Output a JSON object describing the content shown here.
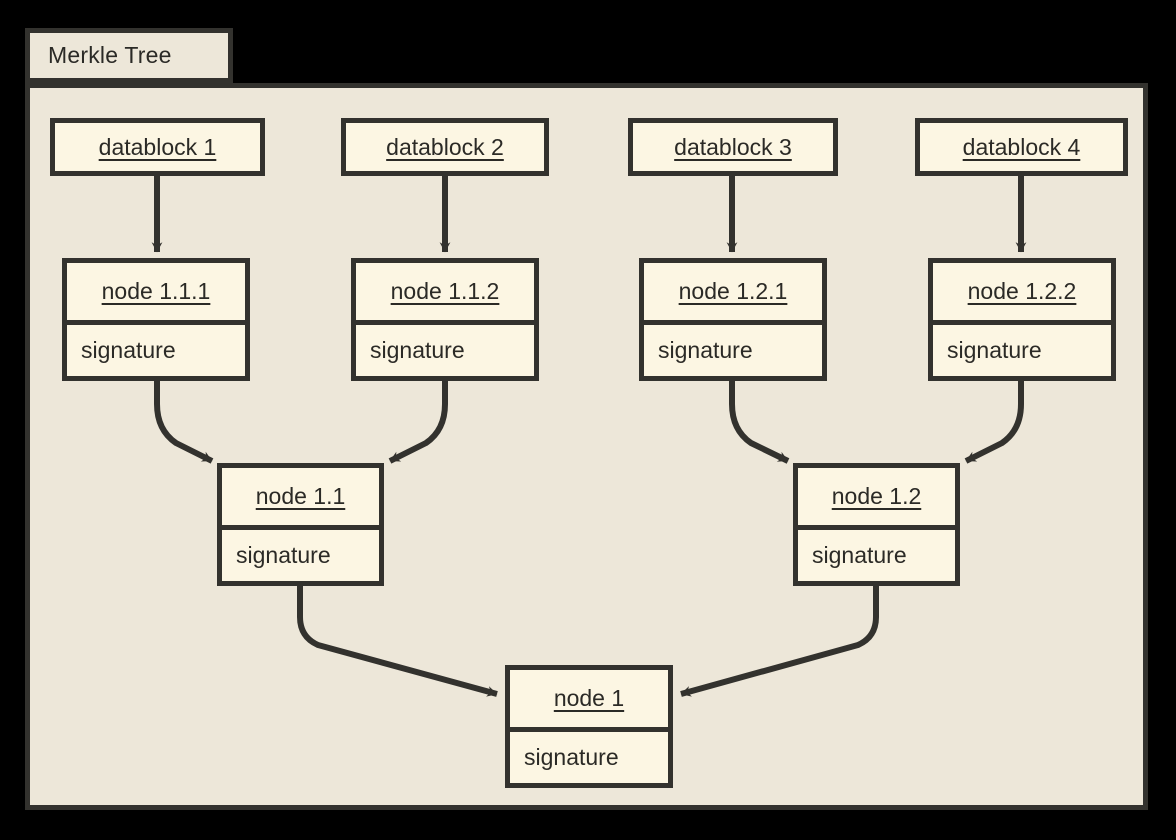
{
  "frame": {
    "title": "Merkle Tree"
  },
  "labels": {
    "signature": "signature"
  },
  "datablocks": [
    {
      "label": "datablock 1"
    },
    {
      "label": "datablock 2"
    },
    {
      "label": "datablock 3"
    },
    {
      "label": "datablock 4"
    }
  ],
  "leaf_nodes": [
    {
      "label": "node 1.1.1",
      "signature": "signature"
    },
    {
      "label": "node 1.1.2",
      "signature": "signature"
    },
    {
      "label": "node 1.2.1",
      "signature": "signature"
    },
    {
      "label": "node 1.2.2",
      "signature": "signature"
    }
  ],
  "mid_nodes": [
    {
      "label": "node 1.1",
      "signature": "signature"
    },
    {
      "label": "node 1.2",
      "signature": "signature"
    }
  ],
  "root_node": {
    "label": "node 1",
    "signature": "signature"
  },
  "colors": {
    "page_background": "#000000",
    "frame_fill": "#EDE7D9",
    "box_fill": "#FCF6E3",
    "stroke": "#33322E",
    "text": "#2B2A26"
  },
  "edges": [
    {
      "from": "datablock 1",
      "to": "node 1.1.1"
    },
    {
      "from": "datablock 2",
      "to": "node 1.1.2"
    },
    {
      "from": "datablock 3",
      "to": "node 1.2.1"
    },
    {
      "from": "datablock 4",
      "to": "node 1.2.2"
    },
    {
      "from": "node 1.1.1",
      "to": "node 1.1"
    },
    {
      "from": "node 1.1.2",
      "to": "node 1.1"
    },
    {
      "from": "node 1.2.1",
      "to": "node 1.2"
    },
    {
      "from": "node 1.2.2",
      "to": "node 1.2"
    },
    {
      "from": "node 1.1",
      "to": "node 1"
    },
    {
      "from": "node 1.2",
      "to": "node 1"
    }
  ]
}
